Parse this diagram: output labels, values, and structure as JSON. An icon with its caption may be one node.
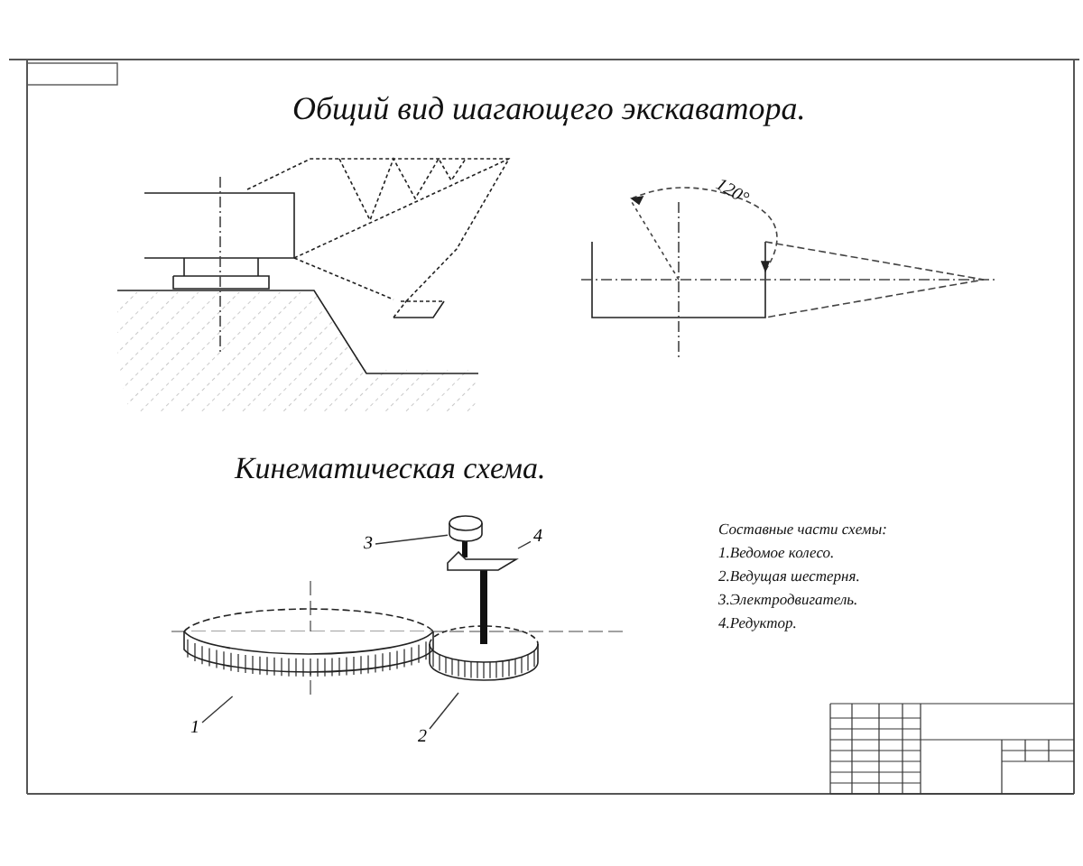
{
  "diagram": {
    "title": "Общий вид шагающего экскаватора.",
    "nodes": [
      {
        "text": [
          "1"
        ]
      },
      {
        "text": [
          "2"
        ]
      },
      {
        "text": [
          "3"
        ]
      },
      {
        "text": [
          "4"
        ]
      },
      {
        "text": [],
        "shape": "picture"
      },
      {
        "text": [],
        "shape": "picture"
      },
      {
        "text": [],
        "shape": "cylinder"
      },
      {
        "text": [],
        "shape": "picture"
      }
    ],
    "edges": [
      {
        "from": 0,
        "to": 4,
        "arrow": "none"
      },
      {
        "from": 1,
        "to": 5,
        "arrow": "none"
      },
      {
        "from": 2,
        "to": 6,
        "arrow": "none"
      },
      {
        "from": 3,
        "to": 7,
        "arrow": "none"
      }
    ],
    "labels": [
      "120°",
      "Кинематическая схема.",
      "Составные части схемы:",
      "1.Ведомое колесо.",
      "2.Ведущая шестерня.",
      "3.Электродвигатель.",
      "4.Редуктор."
    ]
  }
}
